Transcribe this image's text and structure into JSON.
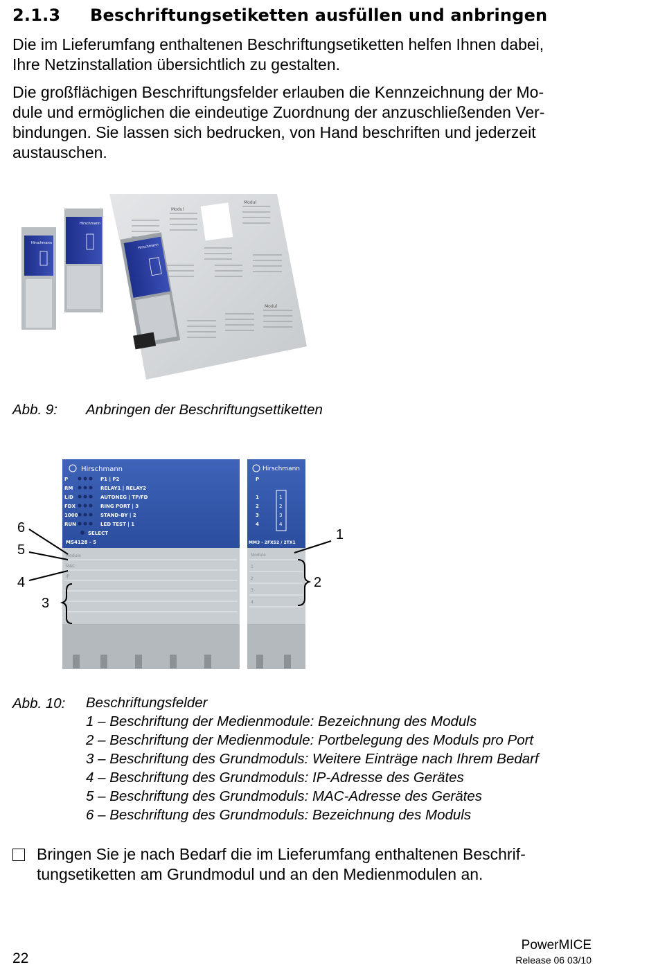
{
  "heading": {
    "number": "2.1.3",
    "title": "Beschriftungsetiketten ausfüllen und anbringen"
  },
  "paragraphs": [
    [
      "Die im Lieferumfang enthaltenen Beschriftungsetiketten helfen Ihnen dabei,",
      "Ihre Netzinstallation übersichtlich zu gestalten."
    ],
    [
      "Die großflächigen Beschriftungsfelder erlauben die Kennzeichnung der Mo-",
      "dule und ermöglichen die eindeutige Zuordnung der anzuschließenden Ver-",
      "bindungen. Sie lassen sich bedrucken, von Hand beschriften und jederzeit",
      "austauschen."
    ]
  ],
  "fig9": {
    "label": "Abb. 9:",
    "caption": "Anbringen der Beschriftungsettiketten",
    "brand": "Hirschmann",
    "sheet_label": "Modul"
  },
  "fig10": {
    "label": "Abb. 10:",
    "title": "Beschriftungsfelder",
    "legend": [
      "1 – Beschriftung der Medienmodule: Bezeichnung des Moduls",
      "2 – Beschriftung der Medienmodule: Portbelegung des Moduls pro Port",
      "3 – Beschriftung des Grundmoduls: Weitere Einträge nach Ihrem Bedarf",
      "4 – Beschriftung des Grundmoduls: IP-Adresse des Gerätes",
      "5 – Beschriftung des Grundmoduls: MAC-Adresse des Gerätes",
      "6 – Beschriftung des Grundmoduls: Bezeichnung des Moduls"
    ],
    "callouts": {
      "c1": "1",
      "c2": "2",
      "c3": "3",
      "c4": "4",
      "c5": "5",
      "c6": "6"
    },
    "device": {
      "brand": "Hirschmann",
      "main_model": "MS4128 - 5",
      "media_model": "MM3 - 2FXS2 / 2TX1",
      "select": "SELECT",
      "led_rows": [
        {
          "led": "P",
          "func": "P1 | P2"
        },
        {
          "led": "RM",
          "func": "RELAY1 | RELAY2"
        },
        {
          "led": "L/D",
          "func": "AUTONEG | TP/FD"
        },
        {
          "led": "FDX",
          "func": "RING PORT | 3"
        },
        {
          "led": "1000",
          "func": "STAND-BY | 2"
        },
        {
          "led": "RUN",
          "func": "LED TEST | 1"
        }
      ],
      "media_leds": [
        "P",
        "1",
        "2",
        "3",
        "4"
      ],
      "ports": [
        "1",
        "2",
        "3",
        "4"
      ],
      "label_module": "Module",
      "label_mac": "MAC",
      "label_ip": "IP",
      "media_label_module": "Module",
      "media_rows": [
        "1",
        "2",
        "3",
        "4"
      ]
    }
  },
  "instruction": [
    "Bringen Sie je nach Bedarf die im Lieferumfang enthaltenen Beschrif-",
    "tungsetiketten am Grundmodul und an den Medienmodulen an."
  ],
  "footer": {
    "page": "22",
    "product": "PowerMICE",
    "release": "Release  06  03/10"
  },
  "colors": {
    "module_blue": "#2f54a8",
    "module_grey": "#c9ced3",
    "sheet": "#d6d9dc"
  }
}
